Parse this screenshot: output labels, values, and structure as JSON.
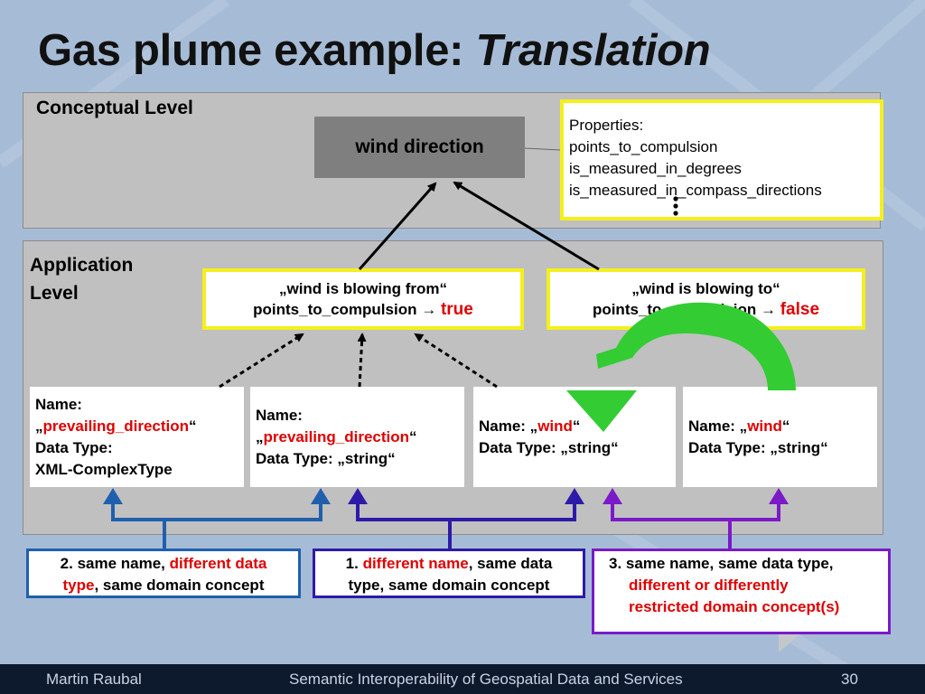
{
  "slide": {
    "title_main": "Gas plume example: ",
    "title_emphasis": "Translation",
    "footer": {
      "author": "Martin Raubal",
      "course": "Semantic Interoperability of Geospatial Data and Services",
      "page": "30"
    }
  },
  "conceptual": {
    "label": "Conceptual Level",
    "concept": "wind direction",
    "properties": {
      "heading": "Properties:",
      "items": [
        "points_to_compulsion",
        "is_measured_in_degrees",
        "is_measured_in_compass_directions"
      ]
    }
  },
  "application": {
    "label": "Application Level",
    "interpretations": [
      {
        "line1": "„wind is blowing from“",
        "line2": "points_to_compulsion → ",
        "value": "true"
      },
      {
        "line1": "„wind is blowing to“",
        "line2": "points_to_compulsion → ",
        "value": "false"
      }
    ],
    "schemas": [
      {
        "name_label": "Name:",
        "name_open": "„",
        "name": "prevailing_direction",
        "name_close": "“",
        "type_label": "Data Type:",
        "type": "XML-ComplexType"
      },
      {
        "name_label": "Name:",
        "name_open": "„",
        "name": "prevailing_direction",
        "name_close": "“",
        "type_text": "Data Type: „string“"
      },
      {
        "name_label": "Name: „",
        "name": "wind",
        "name_close": "“",
        "type_text": "Data Type: „string“"
      },
      {
        "name_label": "Name: „",
        "name": "wind",
        "name_close": "“",
        "type_text": "Data Type: „string“"
      }
    ]
  },
  "cases": [
    {
      "num": "2. same name, ",
      "hl": "different data type",
      "rest": ", same domain concept",
      "line1a": "2. same name, ",
      "line1b": "different data",
      "line2a": "type",
      "line2b": ", same domain concept"
    },
    {
      "line1a": "1. ",
      "line1b": "different name",
      "line1c": ", same data",
      "line2": "type, same domain concept"
    },
    {
      "line1": "3. same name, same data type,",
      "line2": "different or differently",
      "line3": "restricted domain concept(s)"
    }
  ],
  "colors": {
    "highlight_red": "#e00000",
    "frame_yellow": "#f5ef1e",
    "case1_border": "#2e1aa8",
    "case2_border": "#1f5fae",
    "case3_border": "#7a1ac8",
    "green_arrow": "#33cc33"
  }
}
